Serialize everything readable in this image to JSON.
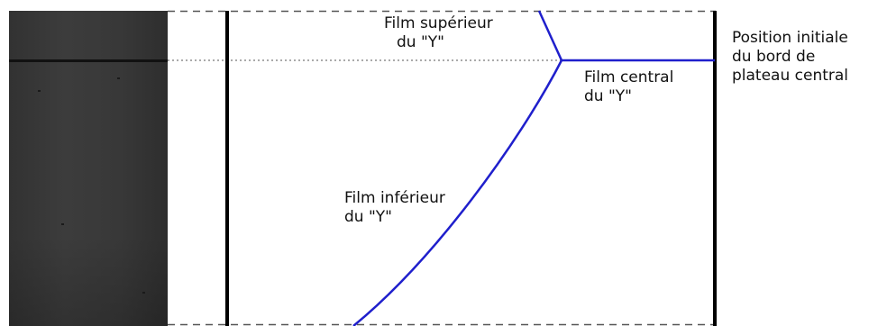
{
  "labels": {
    "upper_film_line1": "Film supérieur",
    "upper_film_line2": "du \"Y\"",
    "central_film_line1": "Film central",
    "central_film_line2": "du \"Y\"",
    "lower_film_line1": "Film inférieur",
    "lower_film_line2": "du \"Y\"",
    "initial_position_line1": "Position initiale",
    "initial_position_line2": "du bord de",
    "initial_position_line3": "plateau central"
  },
  "colors": {
    "film": "#1f1fcc",
    "frame": "#000000",
    "guide": "#555555"
  }
}
